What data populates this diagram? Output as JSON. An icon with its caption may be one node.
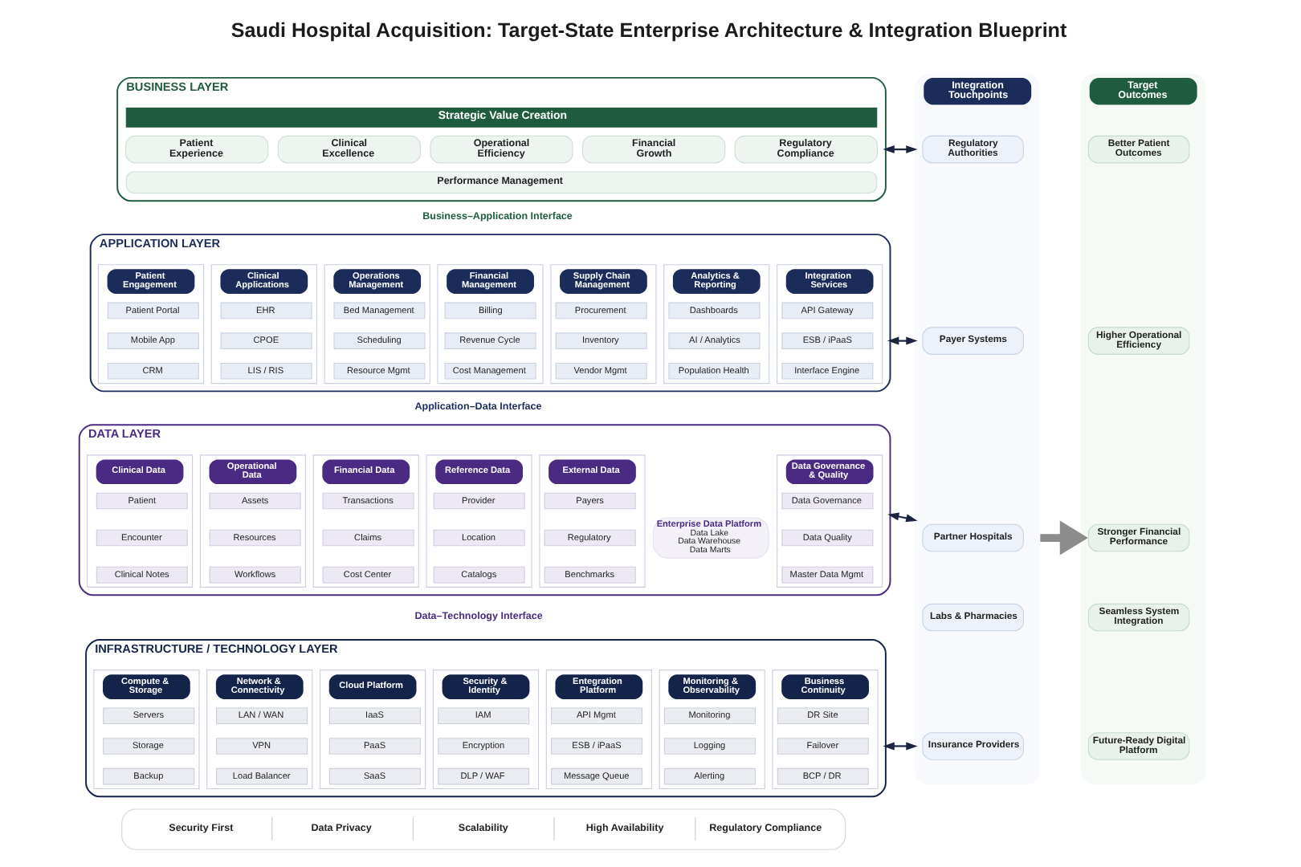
{
  "diagram": {
    "title": "Saudi Hospital Acquisition: Target-State Enterprise Architecture & Integration Blueprint",
    "nodes": [
      {
        "text": [
          "BUSINESS LAYER"
        ]
      },
      {
        "text": [
          "Strategic Value Creation"
        ],
        "in": 0
      },
      {
        "text": [
          "Patient Experience"
        ],
        "in": 0
      },
      {
        "text": [
          "Clinical Excellence"
        ],
        "in": 0
      },
      {
        "text": [
          "Operational Efficiency"
        ],
        "in": 0
      },
      {
        "text": [
          "Financial Growth"
        ],
        "in": 0
      },
      {
        "text": [
          "Regulatory Compliance"
        ],
        "in": 0
      },
      {
        "text": [
          "Performance Management"
        ],
        "in": 0
      },
      {
        "text": [
          "APPLICATION LAYER"
        ]
      },
      {
        "text": [
          "Patient Engagement"
        ],
        "in": 8
      },
      {
        "text": [
          "Patient Portal"
        ],
        "in": 9
      },
      {
        "text": [
          "Mobile App"
        ],
        "in": 9
      },
      {
        "text": [
          "CRM"
        ],
        "in": 9
      },
      {
        "text": [
          "Clinical Applications"
        ],
        "in": 8
      },
      {
        "text": [
          "EHR"
        ],
        "in": 13
      },
      {
        "text": [
          "CPOE"
        ],
        "in": 13
      },
      {
        "text": [
          "LIS / RIS"
        ],
        "in": 13
      },
      {
        "text": [
          "Operations Management"
        ],
        "in": 8
      },
      {
        "text": [
          "Bed Management"
        ],
        "in": 17
      },
      {
        "text": [
          "Scheduling"
        ],
        "in": 17
      },
      {
        "text": [
          "Resource Mgmt"
        ],
        "in": 17
      },
      {
        "text": [
          "Financial Management"
        ],
        "in": 8
      },
      {
        "text": [
          "Billing"
        ],
        "in": 21
      },
      {
        "text": [
          "Revenue Cycle"
        ],
        "in": 21
      },
      {
        "text": [
          "Cost Management"
        ],
        "in": 21
      },
      {
        "text": [
          "Supply Chain Management"
        ],
        "in": 8
      },
      {
        "text": [
          "Procurement"
        ],
        "in": 25
      },
      {
        "text": [
          "Inventory"
        ],
        "in": 25
      },
      {
        "text": [
          "Vendor Mgmt"
        ],
        "in": 25
      },
      {
        "text": [
          "Analytics & Reporting"
        ],
        "in": 8
      },
      {
        "text": [
          "Dashboards"
        ],
        "in": 29
      },
      {
        "text": [
          "AI / Analytics"
        ],
        "in": 29
      },
      {
        "text": [
          "Population Health"
        ],
        "in": 29
      },
      {
        "text": [
          "Integration Services"
        ],
        "in": 8
      },
      {
        "text": [
          "API Gateway"
        ],
        "in": 33
      },
      {
        "text": [
          "ESB / iPaaS"
        ],
        "in": 33
      },
      {
        "text": [
          "Interface Engine"
        ],
        "in": 33
      },
      {
        "text": [
          "DATA LAYER"
        ]
      },
      {
        "text": [
          "Clinical Data"
        ],
        "in": 37
      },
      {
        "text": [
          "Patient"
        ],
        "in": 38
      },
      {
        "text": [
          "Encounter"
        ],
        "in": 38
      },
      {
        "text": [
          "Clinical Notes"
        ],
        "in": 38
      },
      {
        "text": [
          "Operational Data"
        ],
        "in": 37
      },
      {
        "text": [
          "Assets"
        ],
        "in": 42
      },
      {
        "text": [
          "Resources"
        ],
        "in": 42
      },
      {
        "text": [
          "Workflows"
        ],
        "in": 42
      },
      {
        "text": [
          "Financial Data"
        ],
        "in": 37
      },
      {
        "text": [
          "Transactions"
        ],
        "in": 46
      },
      {
        "text": [
          "Claims"
        ],
        "in": 46
      },
      {
        "text": [
          "Cost Center"
        ],
        "in": 46
      },
      {
        "text": [
          "Reference Data"
        ],
        "in": 37
      },
      {
        "text": [
          "Provider"
        ],
        "in": 50
      },
      {
        "text": [
          "Location"
        ],
        "in": 50
      },
      {
        "text": [
          "Catalogs"
        ],
        "in": 50
      },
      {
        "text": [
          "External Data"
        ],
        "in": 37
      },
      {
        "text": [
          "Payers"
        ],
        "in": 54
      },
      {
        "text": [
          "Regulatory"
        ],
        "in": 54
      },
      {
        "text": [
          "Benchmarks"
        ],
        "in": 54
      },
      {
        "text": [
          "Data Governance & Quality"
        ],
        "in": 37
      },
      {
        "text": [
          "Data Governance"
        ],
        "in": 58
      },
      {
        "text": [
          "Data Quality"
        ],
        "in": 58
      },
      {
        "text": [
          "Master Data Mgmt"
        ],
        "in": 58
      },
      {
        "text": [
          "Enterprise Data Platform",
          "Data Lake",
          "Data Warehouse",
          "Data Marts"
        ],
        "in": 37
      },
      {
        "text": [
          "INFRASTRUCTURE / TECHNOLOGY LAYER"
        ]
      },
      {
        "text": [
          "Compute & Storage"
        ],
        "in": 63
      },
      {
        "text": [
          "Servers"
        ],
        "in": 64
      },
      {
        "text": [
          "Storage"
        ],
        "in": 64
      },
      {
        "text": [
          "Backup"
        ],
        "in": 64
      },
      {
        "text": [
          "Network & Connectivity"
        ],
        "in": 63
      },
      {
        "text": [
          "LAN / WAN"
        ],
        "in": 68
      },
      {
        "text": [
          "VPN"
        ],
        "in": 68
      },
      {
        "text": [
          "Load Balancer"
        ],
        "in": 68
      },
      {
        "text": [
          "Cloud Platform"
        ],
        "in": 63
      },
      {
        "text": [
          "IaaS"
        ],
        "in": 72
      },
      {
        "text": [
          "PaaS"
        ],
        "in": 72
      },
      {
        "text": [
          "SaaS"
        ],
        "in": 72
      },
      {
        "text": [
          "Security & Identity"
        ],
        "in": 63
      },
      {
        "text": [
          "IAM"
        ],
        "in": 76
      },
      {
        "text": [
          "Encryption"
        ],
        "in": 76
      },
      {
        "text": [
          "DLP / WAF"
        ],
        "in": 76
      },
      {
        "text": [
          "Entegration Platform"
        ],
        "in": 63
      },
      {
        "text": [
          "API Mgmt"
        ],
        "in": 80
      },
      {
        "text": [
          "ESB / iPaaS"
        ],
        "in": 80
      },
      {
        "text": [
          "Message Queue"
        ],
        "in": 80
      },
      {
        "text": [
          "Monitoring & Observability"
        ],
        "in": 63
      },
      {
        "text": [
          "Monitoring"
        ],
        "in": 84
      },
      {
        "text": [
          "Logging"
        ],
        "in": 84
      },
      {
        "text": [
          "Alerting"
        ],
        "in": 84
      },
      {
        "text": [
          "Business Continuity"
        ],
        "in": 63
      },
      {
        "text": [
          "DR Site"
        ],
        "in": 88
      },
      {
        "text": [
          "Failover"
        ],
        "in": 88
      },
      {
        "text": [
          "BCP / DR"
        ],
        "in": 88
      },
      {
        "text": [
          "Integration Touchpoints"
        ]
      },
      {
        "text": [
          "Regulatory Authorities"
        ],
        "in": 92
      },
      {
        "text": [
          "Payer Systems"
        ],
        "in": 92
      },
      {
        "text": [
          "Partner Hospitals"
        ],
        "in": 92
      },
      {
        "text": [
          "Labs & Pharmacies"
        ],
        "in": 92
      },
      {
        "text": [
          "Insurance Providers"
        ],
        "in": 92
      },
      {
        "text": [
          "Target Outcomes"
        ]
      },
      {
        "text": [
          "Better Patient Outcomes"
        ],
        "in": 98
      },
      {
        "text": [
          "Higher Operational Efficiency"
        ],
        "in": 98
      },
      {
        "text": [
          "Stronger Financial Performance"
        ],
        "in": 98
      },
      {
        "text": [
          "Seamless System Integration"
        ],
        "in": 98
      },
      {
        "text": [
          "Future-Ready Digital Platform"
        ],
        "in": 98
      },
      {
        "text": [
          "Security First",
          "Data Privacy",
          "Scalability",
          "High Availability",
          "Regulatory Compliance"
        ]
      }
    ],
    "edges": [
      {
        "from": 0,
        "to": 92,
        "arrow": "both"
      },
      {
        "from": 8,
        "to": 92,
        "arrow": "both"
      },
      {
        "from": 37,
        "to": 92,
        "arrow": "both"
      },
      {
        "from": 63,
        "to": 92,
        "arrow": "both"
      },
      {
        "from": 92,
        "to": 98,
        "arrow": "to",
        "style": "thick",
        "color": "#8c8c8c"
      }
    ],
    "labels": [
      "Business–Application Interface",
      "Application–Data Interface",
      "Data–Technology Interface"
    ]
  }
}
